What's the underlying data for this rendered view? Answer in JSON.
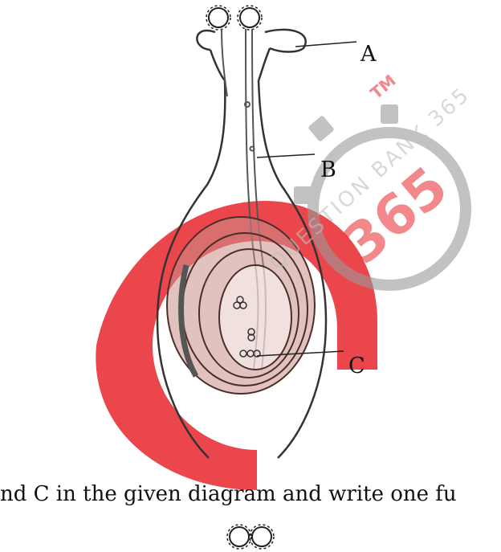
{
  "labels": {
    "a": "A",
    "b": "B",
    "c": "C"
  },
  "question_text": "nd C in the given diagram and write one fu",
  "watermark": {
    "text": "QUESTION BANK 365",
    "timer_number": "365",
    "trademark": "TM",
    "colors": {
      "red": "#e8262d",
      "gray": "#9a9a9a"
    }
  }
}
